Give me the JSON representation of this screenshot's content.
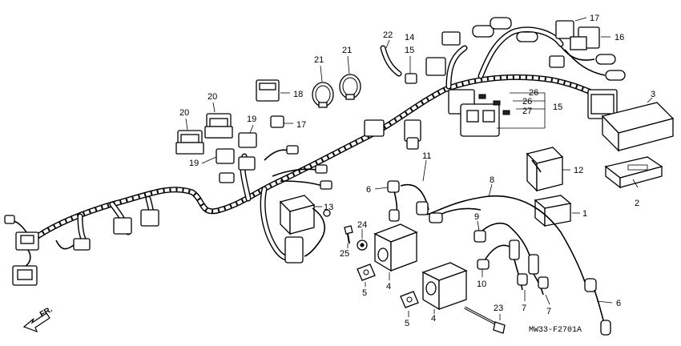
{
  "diagram": {
    "callouts": [
      "1",
      "2",
      "3",
      "4",
      "4",
      "5",
      "5",
      "6",
      "6",
      "7",
      "7",
      "8",
      "9",
      "10",
      "11",
      "12",
      "13",
      "14",
      "15",
      "15",
      "16",
      "17",
      "17",
      "18",
      "19",
      "19",
      "20",
      "20",
      "21",
      "21",
      "22",
      "23",
      "24",
      "25",
      "26",
      "26",
      "27"
    ],
    "direction_label": "FR.",
    "drawing_code": "MW33-F2701A"
  }
}
